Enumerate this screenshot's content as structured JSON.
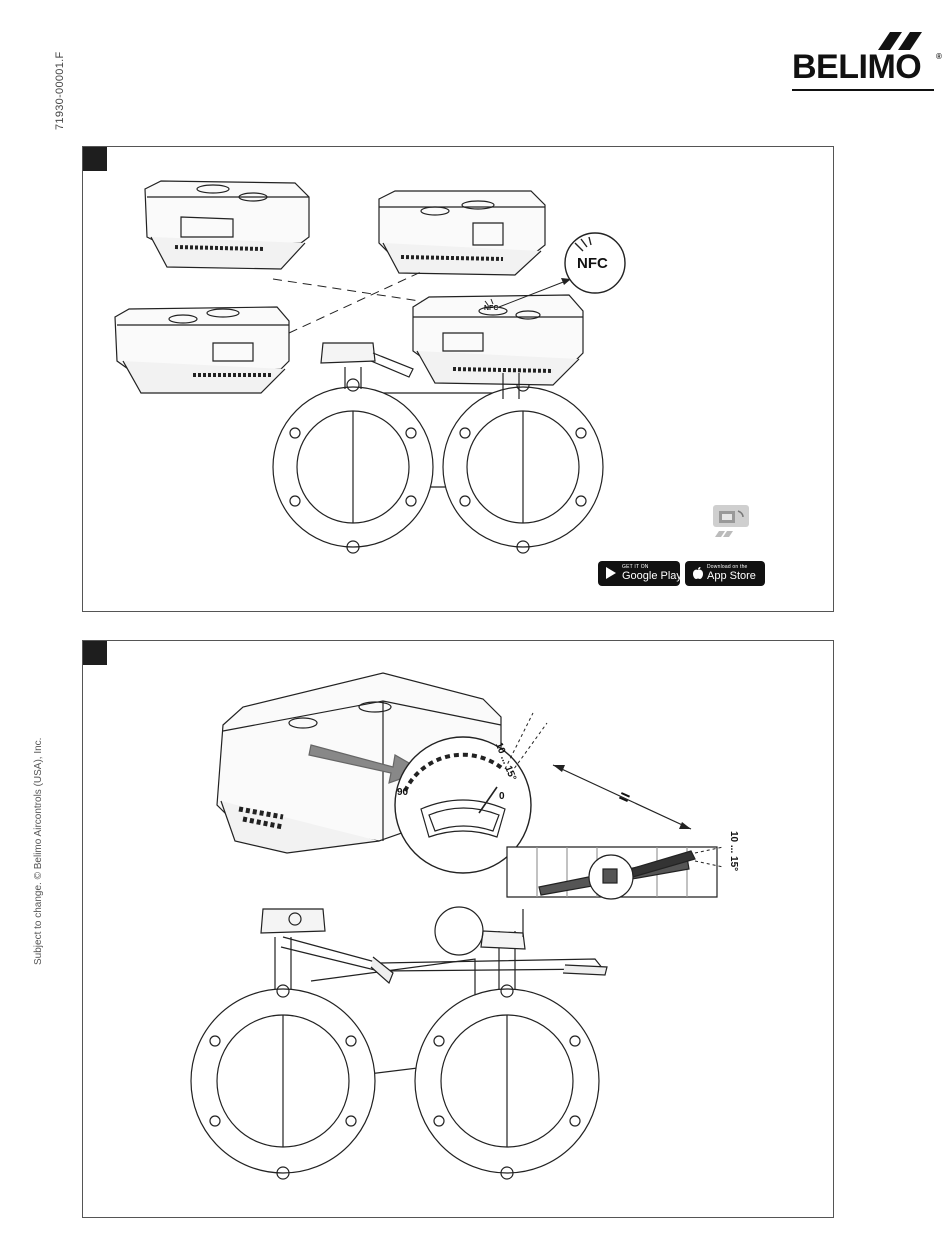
{
  "document": {
    "code": "71930-00001.F",
    "side_note": "Subject to change. © Belimo Aircontrols (USA), Inc."
  },
  "brand": {
    "name": "BELIMO",
    "registered": "®",
    "color": "#111111"
  },
  "panel1": {
    "nfc_bubble_label": "NFC",
    "nfc_actuator_label": "NFC",
    "app_icon": "belimo-assistant-app-icon",
    "badges": {
      "google": {
        "small": "GET IT ON",
        "big": "Google Play",
        "icon": "play-triangle-icon"
      },
      "apple": {
        "small": "Download on the",
        "big": "App Store",
        "icon": "apple-icon"
      }
    }
  },
  "panel2": {
    "dial": {
      "max_label": "90",
      "min_label": "0",
      "range_label": "10 ... 15°"
    },
    "equals_sign": "=",
    "linkage_range_label": "10 ... 15°"
  }
}
